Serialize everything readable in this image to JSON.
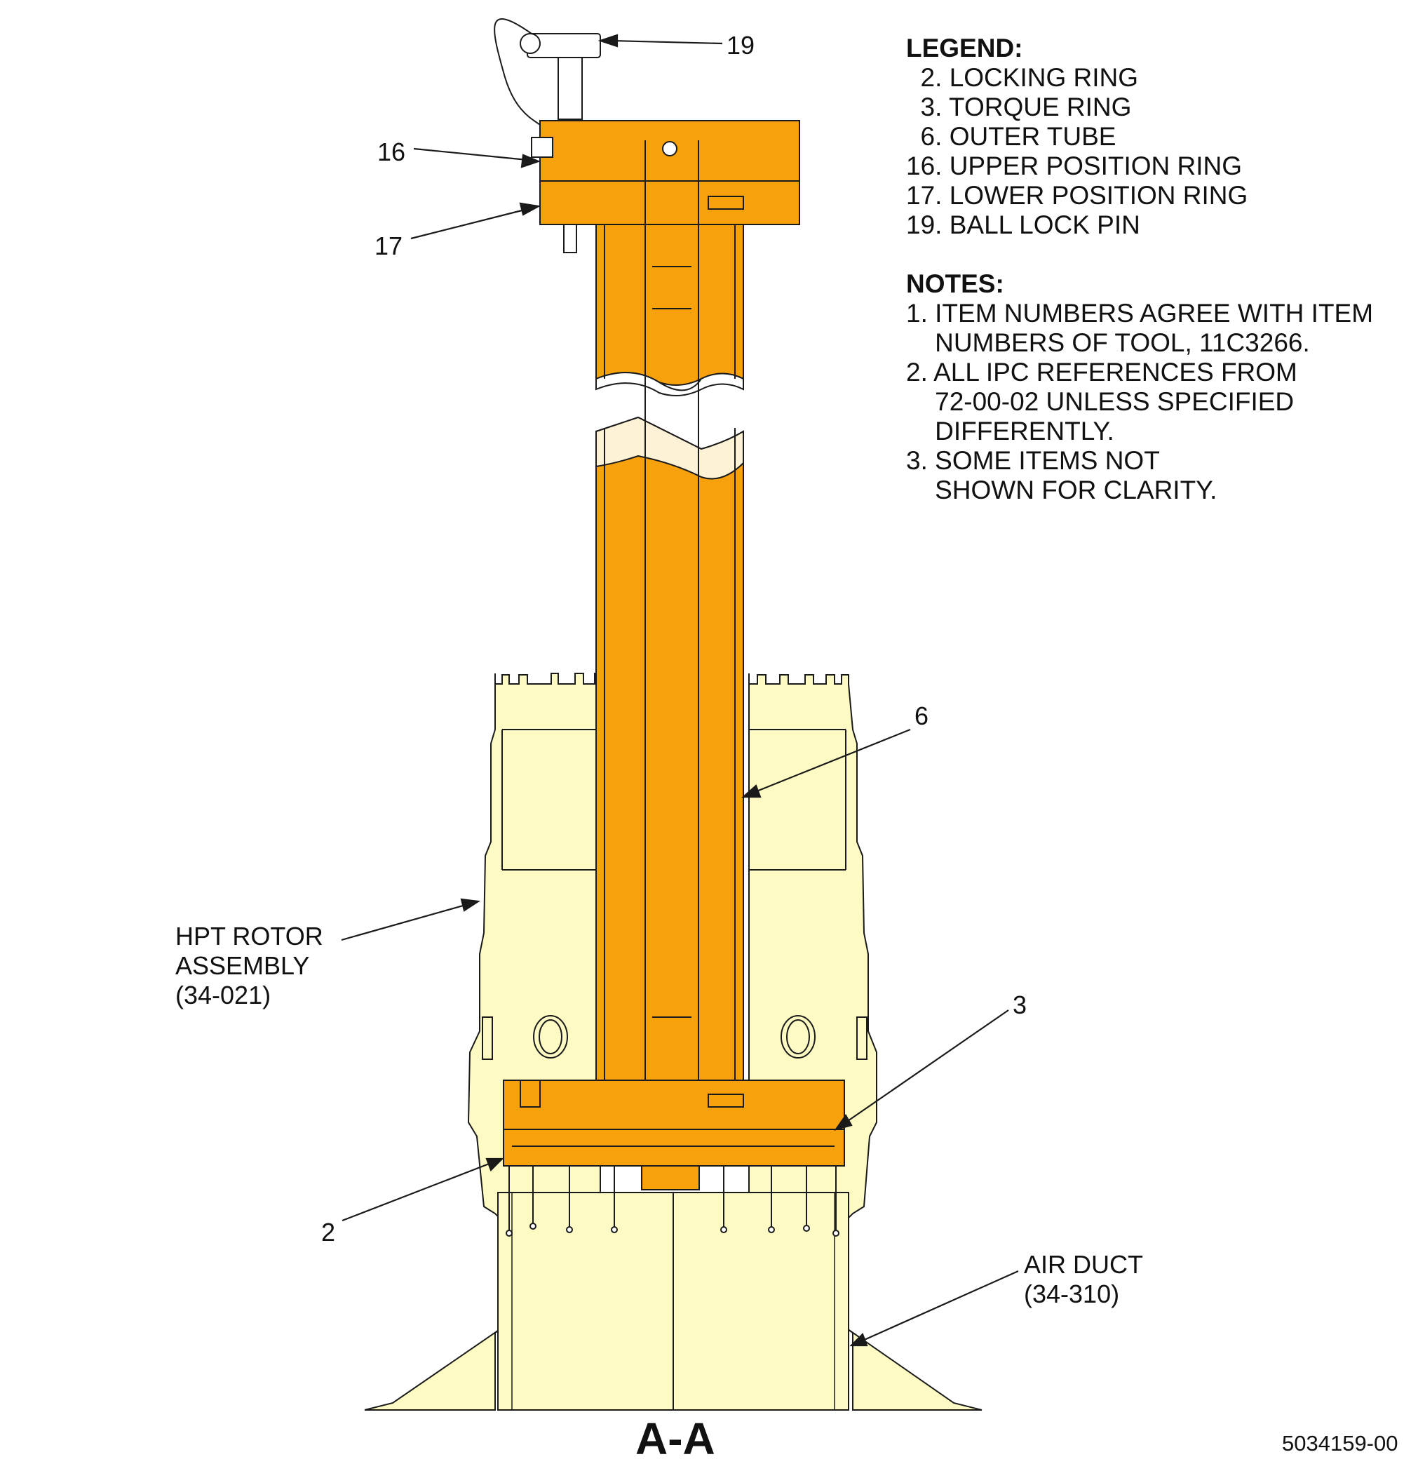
{
  "legend": {
    "title": "LEGEND:",
    "items": [
      "  2. LOCKING RING",
      "  3. TORQUE RING",
      "  6. OUTER TUBE",
      "16. UPPER POSITION RING",
      "17. LOWER POSITION RING",
      "19. BALL LOCK PIN"
    ]
  },
  "notes": {
    "title": "NOTES:",
    "items": [
      "1. ITEM NUMBERS AGREE WITH ITEM",
      "    NUMBERS OF TOOL, 11C3266.",
      "2. ALL IPC REFERENCES FROM",
      "    72-00-02 UNLESS SPECIFIED",
      "    DIFFERENTLY.",
      "3. SOME ITEMS NOT",
      "    SHOWN FOR CLARITY."
    ]
  },
  "callouts": {
    "c19": "19",
    "c16": "16",
    "c17": "17",
    "c6": "6",
    "c3": "3",
    "c2": "2",
    "hpt_line1": "HPT ROTOR",
    "hpt_line2": "ASSEMBLY",
    "hpt_line3": "(34-021)",
    "air_line1": "AIR DUCT",
    "air_line2": "(34-310)"
  },
  "view_title": "A-A",
  "drawing_number": "5034159-00",
  "colors": {
    "tool_orange": "#F7A10C",
    "rotor_yellow": "#FDFBC3",
    "line": "#1a1a1a"
  }
}
